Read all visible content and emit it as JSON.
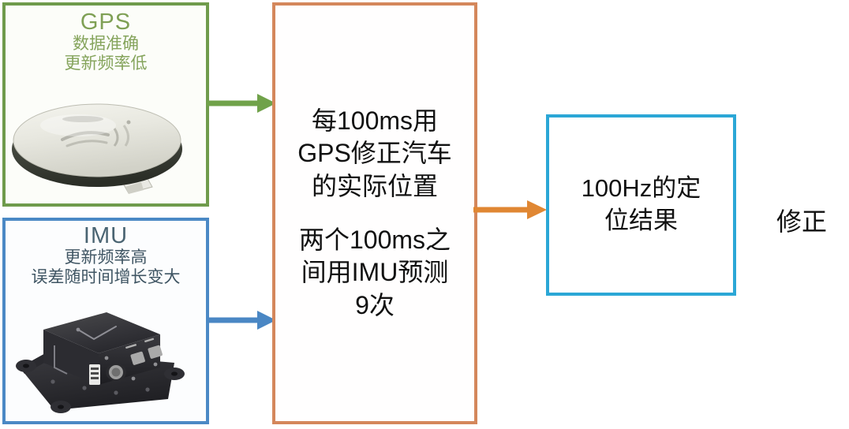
{
  "diagram": {
    "title_semantic": "GPS/IMU fusion positioning flow",
    "colors": {
      "gps_border": "#6f9b4c",
      "gps_text": "#7fa055",
      "imu_border": "#4b89c5",
      "imu_text": "#4a6472",
      "center_border": "#d4875b",
      "right_border": "#2ba7d6",
      "arrow_gps": "#70a24a",
      "arrow_imu": "#4a87c4",
      "arrow_out": "#e08733",
      "body_text": "#111111",
      "background": "#ffffff"
    },
    "gps_box": {
      "title": "GPS",
      "line1": "数据准确",
      "line2": "更新频率低",
      "image_caption": "gps-antenna-photo"
    },
    "imu_box": {
      "title": "IMU",
      "line1": "更新频率高",
      "line2": "误差随时间增长变大",
      "image_caption": "imu-device-photo"
    },
    "center_box": {
      "para1_line1": "每100ms用",
      "para1_line2": "GPS修正汽车",
      "para1_line3": "的实际位置",
      "para2_line1": "两个100ms之",
      "para2_line2": "间用IMU预测",
      "para2_line3": "9次"
    },
    "right_box": {
      "line1": "100Hz的定",
      "line2": "位结果"
    },
    "side_label": {
      "text": "修正"
    },
    "arrows": [
      {
        "name": "gps-to-center",
        "color": "#70a24a",
        "direction": "right"
      },
      {
        "name": "imu-to-center",
        "color": "#4a87c4",
        "direction": "right"
      },
      {
        "name": "center-to-result",
        "color": "#e08733",
        "direction": "right"
      }
    ]
  }
}
